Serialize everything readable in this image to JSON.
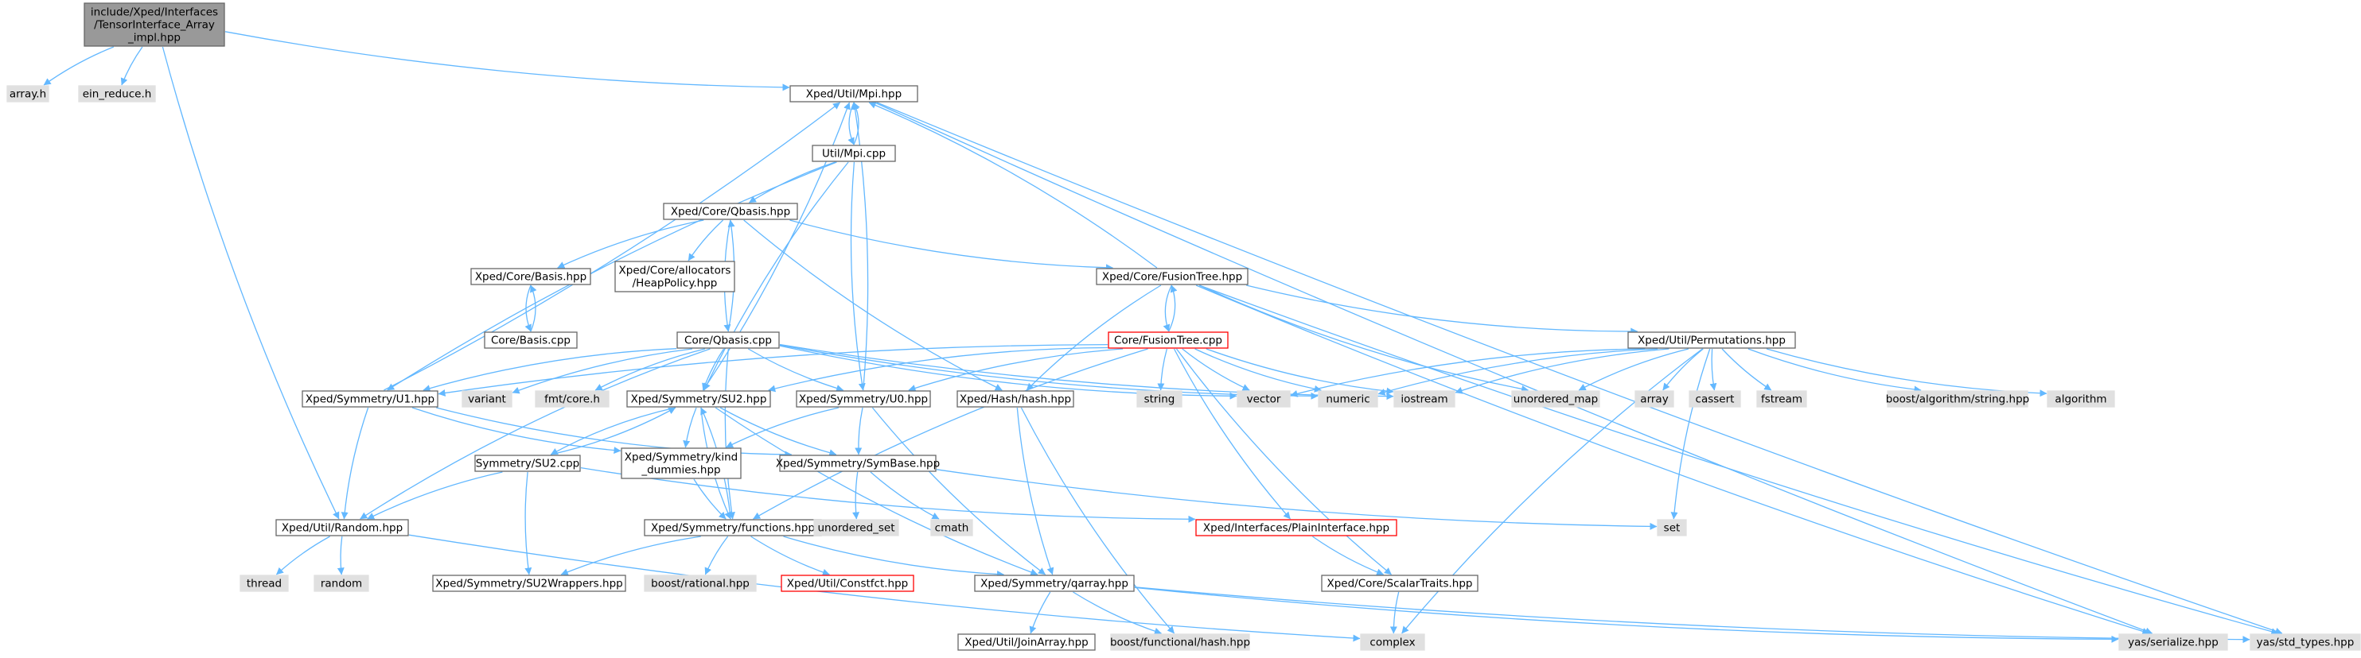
{
  "colors": {
    "edge": "#63b8ff",
    "root_fill": "#999999",
    "root_stroke": "#666666",
    "file_fill": "#ffffff",
    "file_stroke": "#666666",
    "system_fill": "#e0e0e0",
    "system_stroke": "#e0e0e0",
    "incomplete_stroke": "#ff0000"
  },
  "nodes": {
    "root": {
      "lines": [
        "include/Xped/Interfaces",
        "/TensorInterface_Array",
        "_impl.hpp"
      ],
      "kind": "root"
    },
    "array_h": {
      "lines": [
        "array.h"
      ],
      "kind": "system"
    },
    "ein_reduce": {
      "lines": [
        "ein_reduce.h"
      ],
      "kind": "system"
    },
    "mpi_hpp": {
      "lines": [
        "Xped/Util/Mpi.hpp"
      ],
      "kind": "file"
    },
    "mpi_cpp": {
      "lines": [
        "Util/Mpi.cpp"
      ],
      "kind": "file"
    },
    "qbasis_hpp": {
      "lines": [
        "Xped/Core/Qbasis.hpp"
      ],
      "kind": "file"
    },
    "basis_hpp": {
      "lines": [
        "Xped/Core/Basis.hpp"
      ],
      "kind": "file"
    },
    "heap_policy": {
      "lines": [
        "Xped/Core/allocators",
        "/HeapPolicy.hpp"
      ],
      "kind": "file"
    },
    "fusiontree_hpp": {
      "lines": [
        "Xped/Core/FusionTree.hpp"
      ],
      "kind": "file"
    },
    "basis_cpp": {
      "lines": [
        "Core/Basis.cpp"
      ],
      "kind": "file"
    },
    "qbasis_cpp": {
      "lines": [
        "Core/Qbasis.cpp"
      ],
      "kind": "file"
    },
    "fusiontree_cpp": {
      "lines": [
        "Core/FusionTree.cpp"
      ],
      "kind": "incomplete"
    },
    "permutations": {
      "lines": [
        "Xped/Util/Permutations.hpp"
      ],
      "kind": "file"
    },
    "u1": {
      "lines": [
        "Xped/Symmetry/U1.hpp"
      ],
      "kind": "file"
    },
    "variant": {
      "lines": [
        "variant"
      ],
      "kind": "system"
    },
    "fmt_core": {
      "lines": [
        "fmt/core.h"
      ],
      "kind": "system"
    },
    "su2": {
      "lines": [
        "Xped/Symmetry/SU2.hpp"
      ],
      "kind": "file"
    },
    "u0": {
      "lines": [
        "Xped/Symmetry/U0.hpp"
      ],
      "kind": "file"
    },
    "hash": {
      "lines": [
        "Xped/Hash/hash.hpp"
      ],
      "kind": "file"
    },
    "string": {
      "lines": [
        "string"
      ],
      "kind": "system"
    },
    "vector": {
      "lines": [
        "vector"
      ],
      "kind": "system"
    },
    "numeric": {
      "lines": [
        "numeric"
      ],
      "kind": "system"
    },
    "iostream": {
      "lines": [
        "iostream"
      ],
      "kind": "system"
    },
    "unordered_map": {
      "lines": [
        "unordered_map"
      ],
      "kind": "system"
    },
    "array": {
      "lines": [
        "array"
      ],
      "kind": "system"
    },
    "cassert": {
      "lines": [
        "cassert"
      ],
      "kind": "system"
    },
    "fstream": {
      "lines": [
        "fstream"
      ],
      "kind": "system"
    },
    "boost_string": {
      "lines": [
        "boost/algorithm/string.hpp"
      ],
      "kind": "system"
    },
    "algorithm": {
      "lines": [
        "algorithm"
      ],
      "kind": "system"
    },
    "su2_cpp": {
      "lines": [
        "Symmetry/SU2.cpp"
      ],
      "kind": "file"
    },
    "kind_dummies": {
      "lines": [
        "Xped/Symmetry/kind",
        "_dummies.hpp"
      ],
      "kind": "file"
    },
    "symbase": {
      "lines": [
        "Xped/Symmetry/SymBase.hpp"
      ],
      "kind": "file"
    },
    "random": {
      "lines": [
        "Xped/Util/Random.hpp"
      ],
      "kind": "file"
    },
    "functions": {
      "lines": [
        "Xped/Symmetry/functions.hpp"
      ],
      "kind": "file"
    },
    "unordered_set": {
      "lines": [
        "unordered_set"
      ],
      "kind": "system"
    },
    "cmath": {
      "lines": [
        "cmath"
      ],
      "kind": "system"
    },
    "plain_interface": {
      "lines": [
        "Xped/Interfaces/PlainInterface.hpp"
      ],
      "kind": "incomplete"
    },
    "set": {
      "lines": [
        "set"
      ],
      "kind": "system"
    },
    "thread": {
      "lines": [
        "thread"
      ],
      "kind": "system"
    },
    "random_std": {
      "lines": [
        "random"
      ],
      "kind": "system"
    },
    "su2wrappers": {
      "lines": [
        "Xped/Symmetry/SU2Wrappers.hpp"
      ],
      "kind": "file"
    },
    "boost_rational": {
      "lines": [
        "boost/rational.hpp"
      ],
      "kind": "system"
    },
    "constfct": {
      "lines": [
        "Xped/Util/Constfct.hpp"
      ],
      "kind": "incomplete"
    },
    "qarray": {
      "lines": [
        "Xped/Symmetry/qarray.hpp"
      ],
      "kind": "file"
    },
    "scalartraits": {
      "lines": [
        "Xped/Core/ScalarTraits.hpp"
      ],
      "kind": "file"
    },
    "joinarray": {
      "lines": [
        "Xped/Util/JoinArray.hpp"
      ],
      "kind": "file"
    },
    "boost_hash": {
      "lines": [
        "boost/functional/hash.hpp"
      ],
      "kind": "system"
    },
    "complex": {
      "lines": [
        "complex"
      ],
      "kind": "system"
    },
    "yas_serialize": {
      "lines": [
        "yas/serialize.hpp"
      ],
      "kind": "system"
    },
    "yas_std_types": {
      "lines": [
        "yas/std_types.hpp"
      ],
      "kind": "system"
    }
  },
  "edges": [
    [
      "root",
      "array_h"
    ],
    [
      "root",
      "ein_reduce"
    ],
    [
      "root",
      "mpi_hpp"
    ],
    [
      "root",
      "random"
    ],
    [
      "mpi_hpp",
      "mpi_cpp"
    ],
    [
      "mpi_cpp",
      "mpi_hpp"
    ],
    [
      "mpi_hpp",
      "yas_serialize"
    ],
    [
      "mpi_hpp",
      "yas_std_types"
    ],
    [
      "mpi_cpp",
      "qbasis_hpp"
    ],
    [
      "mpi_cpp",
      "u1"
    ],
    [
      "mpi_cpp",
      "su2"
    ],
    [
      "mpi_cpp",
      "u0"
    ],
    [
      "qbasis_hpp",
      "basis_hpp"
    ],
    [
      "qbasis_hpp",
      "heap_policy"
    ],
    [
      "qbasis_hpp",
      "fusiontree_hpp"
    ],
    [
      "qbasis_hpp",
      "qbasis_cpp"
    ],
    [
      "qbasis_hpp",
      "hash"
    ],
    [
      "basis_hpp",
      "basis_cpp"
    ],
    [
      "basis_cpp",
      "basis_hpp"
    ],
    [
      "qbasis_cpp",
      "qbasis_hpp"
    ],
    [
      "qbasis_cpp",
      "u1"
    ],
    [
      "qbasis_cpp",
      "variant"
    ],
    [
      "qbasis_cpp",
      "fmt_core"
    ],
    [
      "qbasis_cpp",
      "su2"
    ],
    [
      "qbasis_cpp",
      "u0"
    ],
    [
      "qbasis_cpp",
      "vector"
    ],
    [
      "qbasis_cpp",
      "numeric"
    ],
    [
      "qbasis_cpp",
      "iostream"
    ],
    [
      "qbasis_cpp",
      "random"
    ],
    [
      "qbasis_cpp",
      "functions"
    ],
    [
      "fusiontree_hpp",
      "mpi_hpp"
    ],
    [
      "fusiontree_hpp",
      "fusiontree_cpp"
    ],
    [
      "fusiontree_hpp",
      "permutations"
    ],
    [
      "fusiontree_hpp",
      "hash"
    ],
    [
      "fusiontree_hpp",
      "unordered_map"
    ],
    [
      "fusiontree_hpp",
      "yas_serialize"
    ],
    [
      "fusiontree_hpp",
      "yas_std_types"
    ],
    [
      "fusiontree_cpp",
      "fusiontree_hpp"
    ],
    [
      "fusiontree_cpp",
      "string"
    ],
    [
      "fusiontree_cpp",
      "vector"
    ],
    [
      "fusiontree_cpp",
      "numeric"
    ],
    [
      "fusiontree_cpp",
      "iostream"
    ],
    [
      "fusiontree_cpp",
      "u1"
    ],
    [
      "fusiontree_cpp",
      "su2"
    ],
    [
      "fusiontree_cpp",
      "u0"
    ],
    [
      "fusiontree_cpp",
      "plain_interface"
    ],
    [
      "fusiontree_cpp",
      "scalartraits"
    ],
    [
      "fusiontree_cpp",
      "functions"
    ],
    [
      "permutations",
      "vector"
    ],
    [
      "permutations",
      "numeric"
    ],
    [
      "permutations",
      "iostream"
    ],
    [
      "permutations",
      "unordered_map"
    ],
    [
      "permutations",
      "array"
    ],
    [
      "permutations",
      "cassert"
    ],
    [
      "permutations",
      "fstream"
    ],
    [
      "permutations",
      "boost_string"
    ],
    [
      "permutations",
      "algorithm"
    ],
    [
      "permutations",
      "set"
    ],
    [
      "permutations",
      "complex"
    ],
    [
      "u1",
      "mpi_hpp"
    ],
    [
      "u1",
      "random"
    ],
    [
      "u1",
      "symbase"
    ],
    [
      "u1",
      "kind_dummies"
    ],
    [
      "su2",
      "mpi_hpp"
    ],
    [
      "su2",
      "su2_cpp"
    ],
    [
      "su2",
      "kind_dummies"
    ],
    [
      "su2",
      "symbase"
    ],
    [
      "su2",
      "functions"
    ],
    [
      "su2",
      "qarray"
    ],
    [
      "su2_cpp",
      "su2"
    ],
    [
      "su2_cpp",
      "random"
    ],
    [
      "su2_cpp",
      "su2wrappers"
    ],
    [
      "su2_cpp",
      "plain_interface"
    ],
    [
      "u0",
      "mpi_hpp"
    ],
    [
      "u0",
      "kind_dummies"
    ],
    [
      "u0",
      "symbase"
    ],
    [
      "u0",
      "qarray"
    ],
    [
      "kind_dummies",
      "functions"
    ],
    [
      "symbase",
      "unordered_set"
    ],
    [
      "symbase",
      "cmath"
    ],
    [
      "symbase",
      "set"
    ],
    [
      "functions",
      "su2"
    ],
    [
      "functions",
      "su2wrappers"
    ],
    [
      "functions",
      "boost_rational"
    ],
    [
      "functions",
      "constfct"
    ],
    [
      "functions",
      "qarray"
    ],
    [
      "hash",
      "qarray"
    ],
    [
      "hash",
      "boost_hash"
    ],
    [
      "random",
      "thread"
    ],
    [
      "random",
      "random_std"
    ],
    [
      "random",
      "complex"
    ],
    [
      "plain_interface",
      "scalartraits"
    ],
    [
      "scalartraits",
      "complex"
    ],
    [
      "qarray",
      "joinarray"
    ],
    [
      "qarray",
      "boost_hash"
    ],
    [
      "qarray",
      "yas_serialize"
    ],
    [
      "qarray",
      "yas_std_types"
    ]
  ]
}
